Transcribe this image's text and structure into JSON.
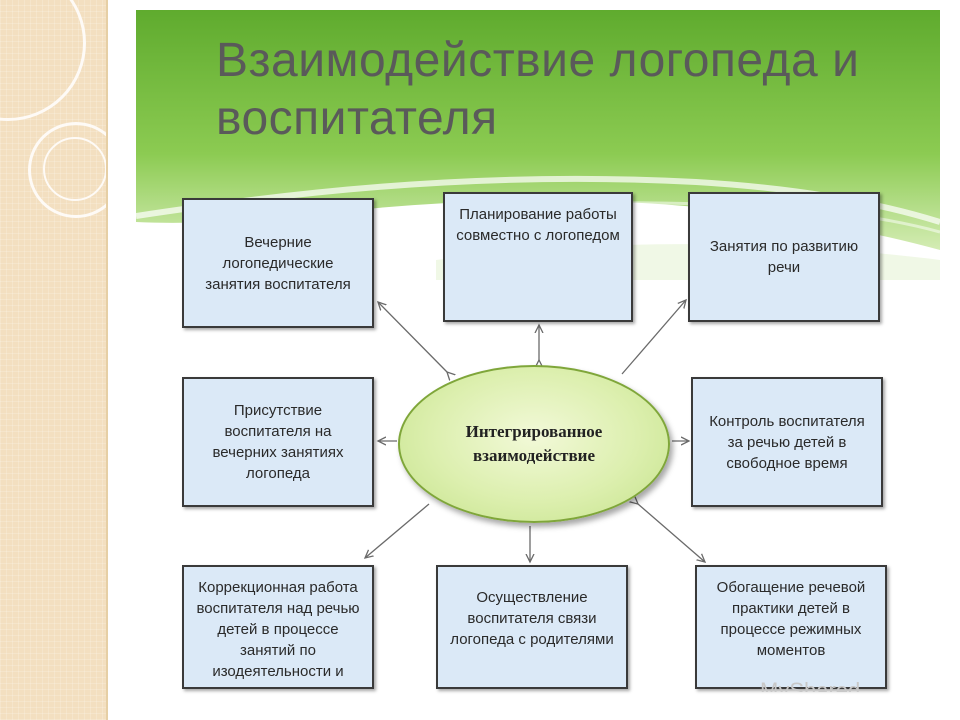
{
  "title": {
    "line1": "Взаимодействие логопеда и",
    "line2": "воспитателя"
  },
  "center": {
    "line1": "Интегрированное",
    "line2": "взаимодействие"
  },
  "boxes": {
    "evening_sessions": "Вечерние логопедические занятия воспитателя",
    "joint_planning": "Планирование работы совместно с логопедом",
    "speech_development": "Занятия по развитию речи",
    "presence": "Присутствие воспитателя на вечерних занятиях логопеда",
    "control": "Контроль воспитателя за речью детей в свободное время",
    "correction": "Коррекционная работа воспитателя над речью детей в процессе занятий по изодеятельности и",
    "parents": "Осуществление воспитателя связи логопеда с родителями",
    "enrichment": "Обогащение речевой практики детей в процессе режимных моментов"
  },
  "watermark": "MyShared",
  "colors": {
    "header_green": "#6fb43f",
    "box_fill": "#dbe9f7",
    "box_border": "#3a3a3a",
    "ellipse_fill": "#dcefae",
    "arrow": "#6a6a6a"
  }
}
